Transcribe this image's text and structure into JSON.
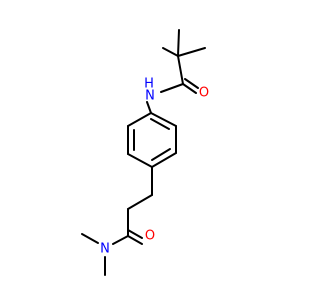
{
  "molecule": {
    "atoms": {
      "amide_n_top": {
        "label": "N",
        "color": "#0000ff"
      },
      "amide_h_top": {
        "label": "H",
        "color": "#0000ff"
      },
      "amide_o_top": {
        "label": "O",
        "color": "#ff0000"
      },
      "amide_n_bottom": {
        "label": "N",
        "color": "#0000ff"
      },
      "amide_o_bottom": {
        "label": "O",
        "color": "#ff0000"
      }
    },
    "bond_color": "#000000"
  }
}
